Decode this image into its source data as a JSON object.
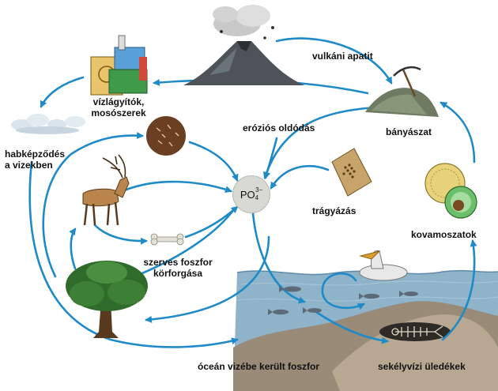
{
  "labels": {
    "volcanic_apatite": "vulkáni apatit",
    "detergents_1": "vízlágyítók,",
    "detergents_2": "mosószerek",
    "foam_1": "habképződés",
    "foam_2": "a vizekben",
    "erosion": "eróziós oldódás",
    "mining": "bányászat",
    "phosphate_main": "PO",
    "phosphate_sub": "4",
    "phosphate_sup": "3−",
    "fertilizing": "trágyázás",
    "diatoms": "kovamoszatok",
    "organic_1": "szerves foszfor",
    "organic_2": "körforgása",
    "ocean_phosphorus": "óceán vizébe került foszfor",
    "sediments": "sekélyvízi üledékek"
  },
  "colors": {
    "arrow": "#1e8bc8",
    "water": "#8fb3c9",
    "sediment": "#9a8a78",
    "phosphate_node": "#d9d9d4"
  },
  "icons": [
    "volcano-icon",
    "detergent-boxes-icon",
    "mine-pile-icon",
    "foam-cloud-icon",
    "soil-disc-icon",
    "deer-icon",
    "bone-icon",
    "tree-icon",
    "fertilizer-sack-icon",
    "diatom-icon",
    "pelican-icon",
    "fish-icon",
    "fish-fossil-icon"
  ]
}
